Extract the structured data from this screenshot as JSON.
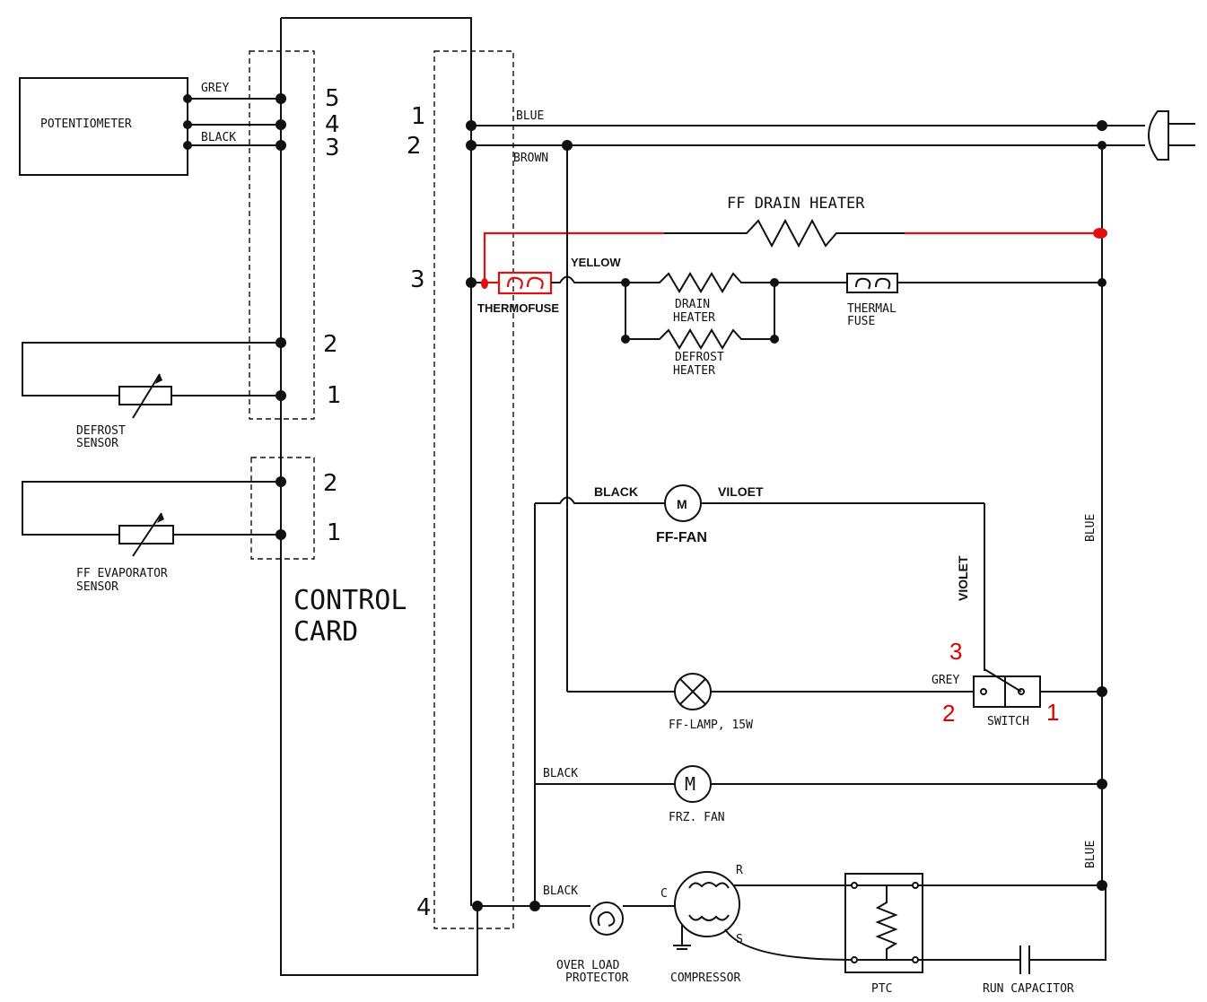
{
  "labels": {
    "potentiometer": "POTENTIOMETER",
    "grey_top": "GREY",
    "black_top": "BLACK",
    "defrost_sensor_1": "DEFROST",
    "defrost_sensor_2": "SENSOR",
    "ff_evap_1": "FF EVAPORATOR",
    "ff_evap_2": "SENSOR",
    "control_1": "CONTROL",
    "control_2": "CARD",
    "blue_top": "BLUE",
    "brown": "BROWN",
    "ff_drain_heater": "FF DRAIN HEATER",
    "yellow": "YELLOW",
    "thermofuse": "THERMOFUSE",
    "drain_heater_1": "DRAIN",
    "drain_heater_2": "HEATER",
    "defrost_heater_1": "DEFROST",
    "defrost_heater_2": "HEATER",
    "thermal_fuse_1": "THERMAL",
    "thermal_fuse_2": "FUSE",
    "black_fan": "BLACK",
    "viloet": "VILOET",
    "ff_fan": "FF-FAN",
    "violet": "VIOLET",
    "blue_right": "BLUE",
    "grey_switch": "GREY",
    "switch": "SWITCH",
    "ff_lamp": "FF-LAMP, 15W",
    "black_frz": "BLACK",
    "frz_fan": "FRZ. FAN",
    "blue_low": "BLUE",
    "black_comp": "BLACK",
    "c": "C",
    "r": "R",
    "s": "S",
    "olp_1": "OVER LOAD",
    "olp_2": "PROTECTOR",
    "compressor": "COMPRESSOR",
    "ptc": "PTC",
    "run_cap": "RUN CAPACITOR",
    "m_fan": "M",
    "m_frz": "M"
  },
  "pins": {
    "left_5": "5",
    "left_4": "4",
    "left_3": "3",
    "left_2": "2",
    "left_1": "1",
    "left_2b": "2",
    "left_1b": "1",
    "right_1": "1",
    "right_2": "2",
    "right_3": "3",
    "right_4": "4"
  },
  "switch_pins": {
    "p3": "3",
    "p2": "2",
    "p1": "1"
  },
  "colors": {
    "wire": "#111111",
    "highlight": "#e01010",
    "pin_label": "#e10000"
  }
}
